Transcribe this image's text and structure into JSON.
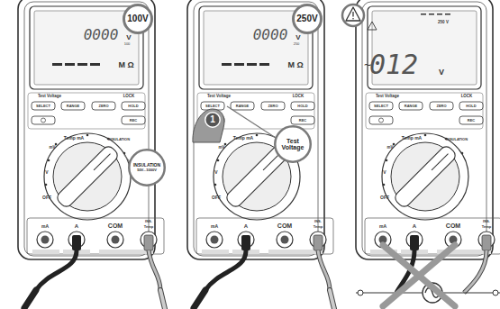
{
  "diagram": {
    "nodes": [
      {
        "text": [
          "100V"
        ]
      },
      {
        "text": [
          "INSULATION",
          "50V...1000V"
        ]
      },
      {
        "text": [
          "250V"
        ]
      },
      {
        "text": [
          "1"
        ]
      },
      {
        "text": [
          "Test Voltage"
        ]
      }
    ],
    "labels": [
      "0000",
      "V",
      "100",
      "M Ω",
      "Test Voltage",
      "LOCK",
      "SELECT",
      "RANGE",
      "ZERO",
      "HOLD",
      "REC",
      "Temp mA",
      "mV",
      "INSULATION",
      "V",
      "OFF",
      "mA",
      "A",
      "COM",
      "INS.",
      "Temp",
      "0000",
      "V",
      "250",
      "M Ω",
      "Test Voltage",
      "LOCK",
      "SELECT",
      "RANGE",
      "ZERO",
      "HOLD",
      "REC",
      "Temp mA",
      "mV",
      "INSULATION",
      "V",
      "OFF",
      "mA",
      "A",
      "COM",
      "INS.",
      "Temp",
      "250 V",
      "~",
      "012",
      "V",
      "Test Voltage",
      "LOCK",
      "SELECT",
      "RANGE",
      "ZERO",
      "HOLD",
      "REC",
      "Temp mA",
      "mV",
      "INSULATION",
      "V",
      "OFF",
      "mA",
      "A",
      "COM",
      "INS.",
      "Temp"
    ]
  }
}
